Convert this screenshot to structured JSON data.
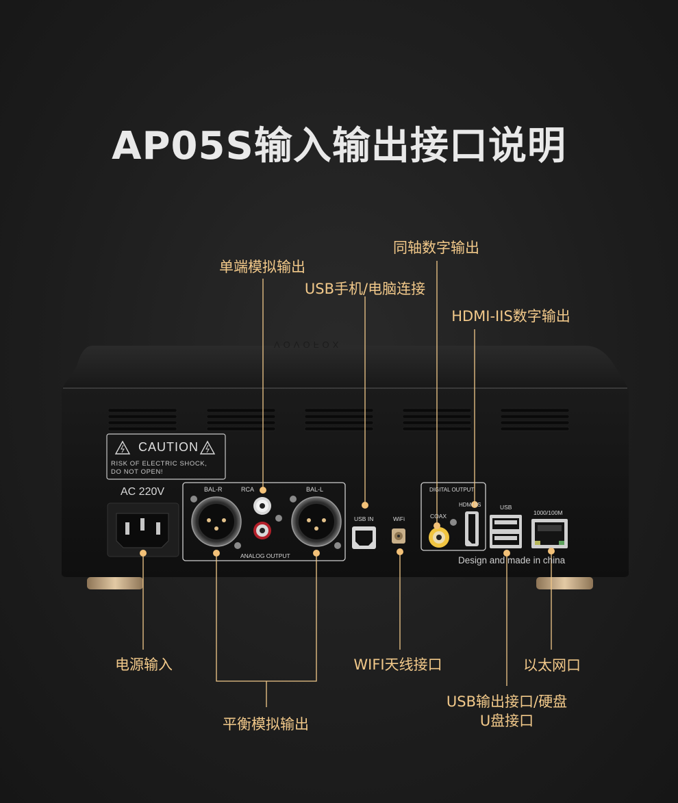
{
  "title": "AP05S输入输出接口说明",
  "colors": {
    "accent": "#f2c98a",
    "dot": "#f3c178",
    "background": "#1e1e1e",
    "device": "#141414"
  },
  "device": {
    "brand_engraving": "VOVOFOX",
    "caution_title": "CAUTION",
    "caution_line1": "RISK OF ELECTRIC SHOCK,",
    "caution_line2": "DO NOT OPEN!",
    "ac_label": "AC 220V",
    "bal_r": "BAL-R",
    "rca": "RCA",
    "bal_l": "BAL-L",
    "analog_output": "ANALOG OUTPUT",
    "usb_in": "USB IN",
    "wifi": "WiFi",
    "digital_output": "DIGITAL OUTPUT",
    "coax": "COAX",
    "hdmi_iis": "HDMI IIS",
    "usb": "USB",
    "lan": "1000/100M",
    "made_in": "Design and made in china"
  },
  "callouts": {
    "single_ended": "单端模拟输出",
    "usb_phone_pc": "USB手机/电脑连接",
    "coax_digital": "同轴数字输出",
    "hdmi_iis_digital": "HDMI-IIS数字输出",
    "power_input": "电源输入",
    "wifi_antenna": "WIFI天线接口",
    "ethernet": "以太网口",
    "balanced": "平衡模拟输出",
    "usb_output_line1": "USB输出接口/硬盘",
    "usb_output_line2": "U盘接口"
  }
}
